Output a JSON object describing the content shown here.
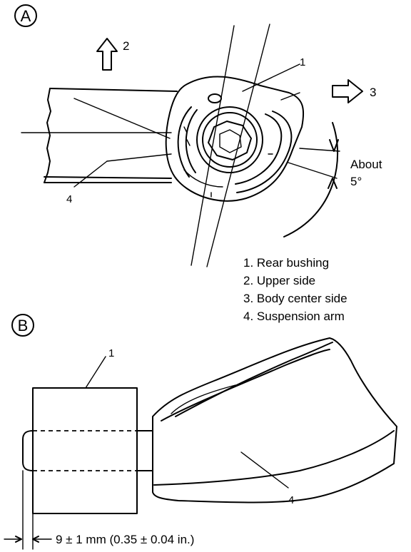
{
  "panels": {
    "a": "A",
    "b": "B"
  },
  "directions": {
    "up_number": "2",
    "right_number": "3"
  },
  "angle": {
    "about": "About",
    "value": "5°"
  },
  "callouts": {
    "bushing_a": "1",
    "arm_a": "4",
    "bushing_b": "1",
    "arm_b": "4"
  },
  "legend": [
    "1. Rear bushing",
    "2. Upper side",
    "3. Body center side",
    "4. Suspension arm"
  ],
  "dimension": "9 ± 1 mm (0.35 ± 0.04 in.)"
}
